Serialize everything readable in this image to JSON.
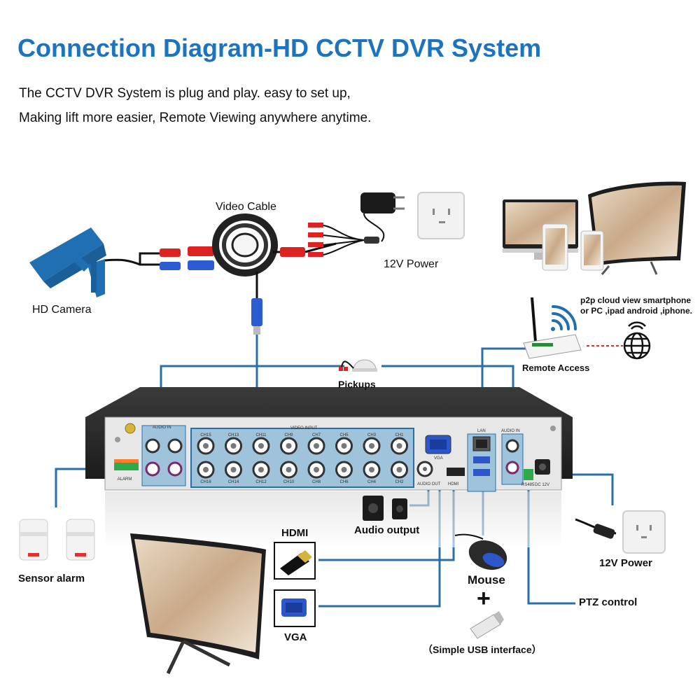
{
  "title": "Connection Diagram-HD CCTV DVR System",
  "subtitle_lines": [
    "The CCTV DVR System is plug and play. easy to set up,",
    "Making lift more easier, Remote Viewing anywhere anytime."
  ],
  "labels": {
    "hd_camera": "HD Camera",
    "video_cable": "Video Cable",
    "power_top": "12V Power",
    "p2p": [
      "p2p cloud view smartphone",
      "or PC ,ipad android ,iphone."
    ],
    "remote_access": "Remote Access",
    "pickups": "Pickups",
    "sensor_alarm": "Sensor alarm",
    "hdmi": "HDMI",
    "vga": "VGA",
    "audio_output": "Audio output",
    "mouse": "Mouse",
    "plus": "+",
    "usb": "（Simple USB interface）",
    "power_right": "12V Power",
    "ptz": "PTZ control"
  },
  "dvr_panel": {
    "audio_in_left": "AUDIO IN",
    "video_input": "VIDEO INPUT",
    "alarm": "ALARM",
    "vga": "VGA",
    "audio_out": "AUDIO OUT",
    "hdmi": "HDMI",
    "lan": "LAN",
    "audio_in_right": "AUDIO IN",
    "dc": "DC 12V",
    "rs485": "RS485",
    "top_channels": [
      "CH15",
      "CH13",
      "CH11",
      "CH9",
      "CH7",
      "CH5",
      "CH3",
      "CH1"
    ],
    "bottom_channels": [
      "CH16",
      "CH14",
      "CH12",
      "CH10",
      "CH8",
      "CH6",
      "CH4",
      "CH2"
    ]
  },
  "colors": {
    "title_blue": "#1e73be",
    "line_blue": "#2a6fa8",
    "panel_blue": "#9fc3da",
    "dvr_body": "#2b2b2b"
  }
}
